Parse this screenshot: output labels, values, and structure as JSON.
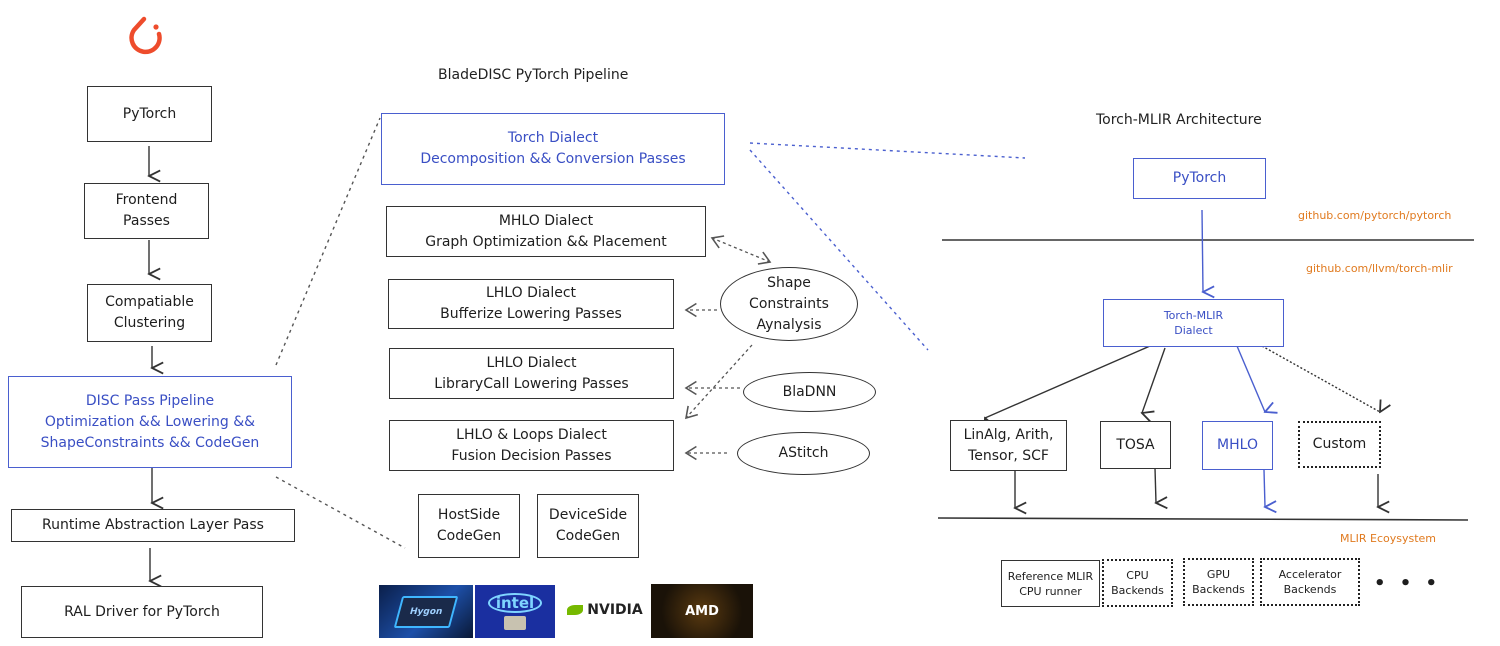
{
  "left_column": {
    "logo": "pytorch-logo",
    "boxes": [
      "PyTorch",
      "Frontend\nPasses",
      "Compatiable\nClustering",
      "DISC Pass Pipeline\nOptimization && Lowering &&\nShapeConstraints && CodeGen",
      "Runtime Abstraction Layer Pass",
      "RAL Driver for PyTorch"
    ]
  },
  "middle_column": {
    "title": "BladeDISC PyTorch Pipeline",
    "boxes": [
      "Torch Dialect\nDecomposition && Conversion Passes",
      "MHLO Dialect\nGraph Optimization && Placement",
      "LHLO Dialect\nBufferize Lowering Passes",
      "LHLO Dialect\nLibraryCall Lowering Passes",
      "LHLO & Loops Dialect\nFusion Decision Passes",
      "HostSide\nCodeGen",
      "DeviceSide\nCodeGen"
    ],
    "ellipses": [
      "Shape\nConstraints\nAynalysis",
      "BlaDNN",
      "AStitch"
    ],
    "hardware_logos": [
      "Hygon",
      "intel",
      "NVIDIA",
      "AMD"
    ]
  },
  "right_column": {
    "title": "Torch-MLIR Architecture",
    "pytorch_box": "PyTorch",
    "repo_pytorch": "github.com/pytorch/pytorch",
    "repo_torch_mlir": "github.com/llvm/torch-mlir",
    "dialect_box": "Torch-MLIR\nDialect",
    "targets": [
      "LinAlg, Arith,\nTensor, SCF",
      "TOSA",
      "MHLO",
      "Custom"
    ],
    "ecosystem_label": "MLIR Ecoysystem",
    "backends": [
      "Reference MLIR\nCPU runner",
      "CPU\nBackends",
      "GPU\nBackends",
      "Accelerator\nBackends"
    ],
    "ellipsis": "• • •"
  },
  "colors": {
    "blue": "#4a5fcf",
    "orange": "#e07a1f",
    "pytorch_red": "#ee4c2c",
    "ink": "#1e1e1e"
  }
}
